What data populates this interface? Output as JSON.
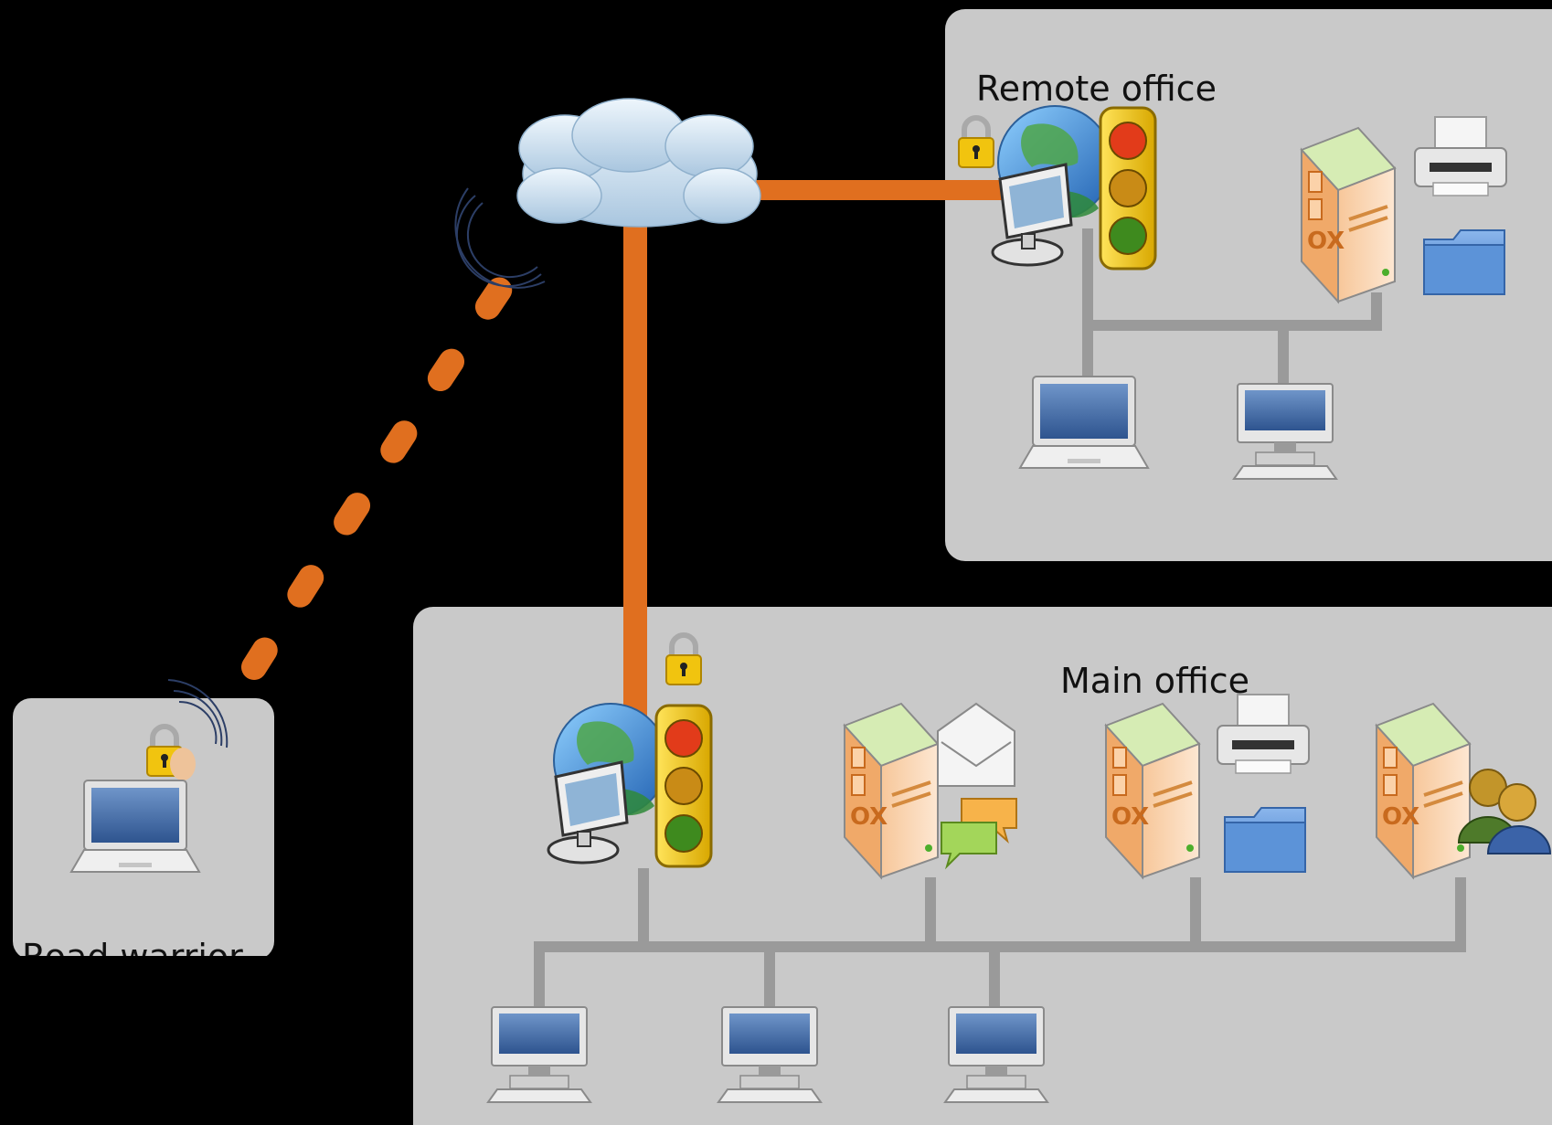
{
  "diagram": {
    "zones": {
      "remote": {
        "label": "Remote office"
      },
      "main": {
        "label": "Main office"
      },
      "road": {
        "label": "Road warrior"
      }
    },
    "nodes": {
      "internet": {
        "icon": "cloud-icon"
      },
      "remote_gateway": {
        "icon": "firewall-gateway-icon",
        "secured": true
      },
      "main_gateway": {
        "icon": "firewall-gateway-icon",
        "secured": true
      },
      "road_laptop": {
        "icon": "laptop-icon",
        "secured": true
      },
      "remote_file_print_server": {
        "icon": "file-print-server-icon"
      },
      "main_mail_server": {
        "icon": "mail-server-icon"
      },
      "main_file_print_server": {
        "icon": "file-print-server-icon"
      },
      "main_directory_server": {
        "icon": "directory-server-icon"
      },
      "remote_clients": [
        "laptop-icon",
        "desktop-icon"
      ],
      "main_clients": [
        "desktop-icon",
        "desktop-icon",
        "desktop-icon"
      ]
    },
    "links": {
      "wan": {
        "style": "solid",
        "color": "#e06f1f"
      },
      "wireless": {
        "style": "dashed",
        "color": "#e06f1f"
      },
      "lan": {
        "style": "solid",
        "color": "#9a9a9a"
      }
    },
    "colors": {
      "background": "#000000",
      "zone_fill": "#c9c9c9",
      "accent": "#e06f1f"
    }
  }
}
